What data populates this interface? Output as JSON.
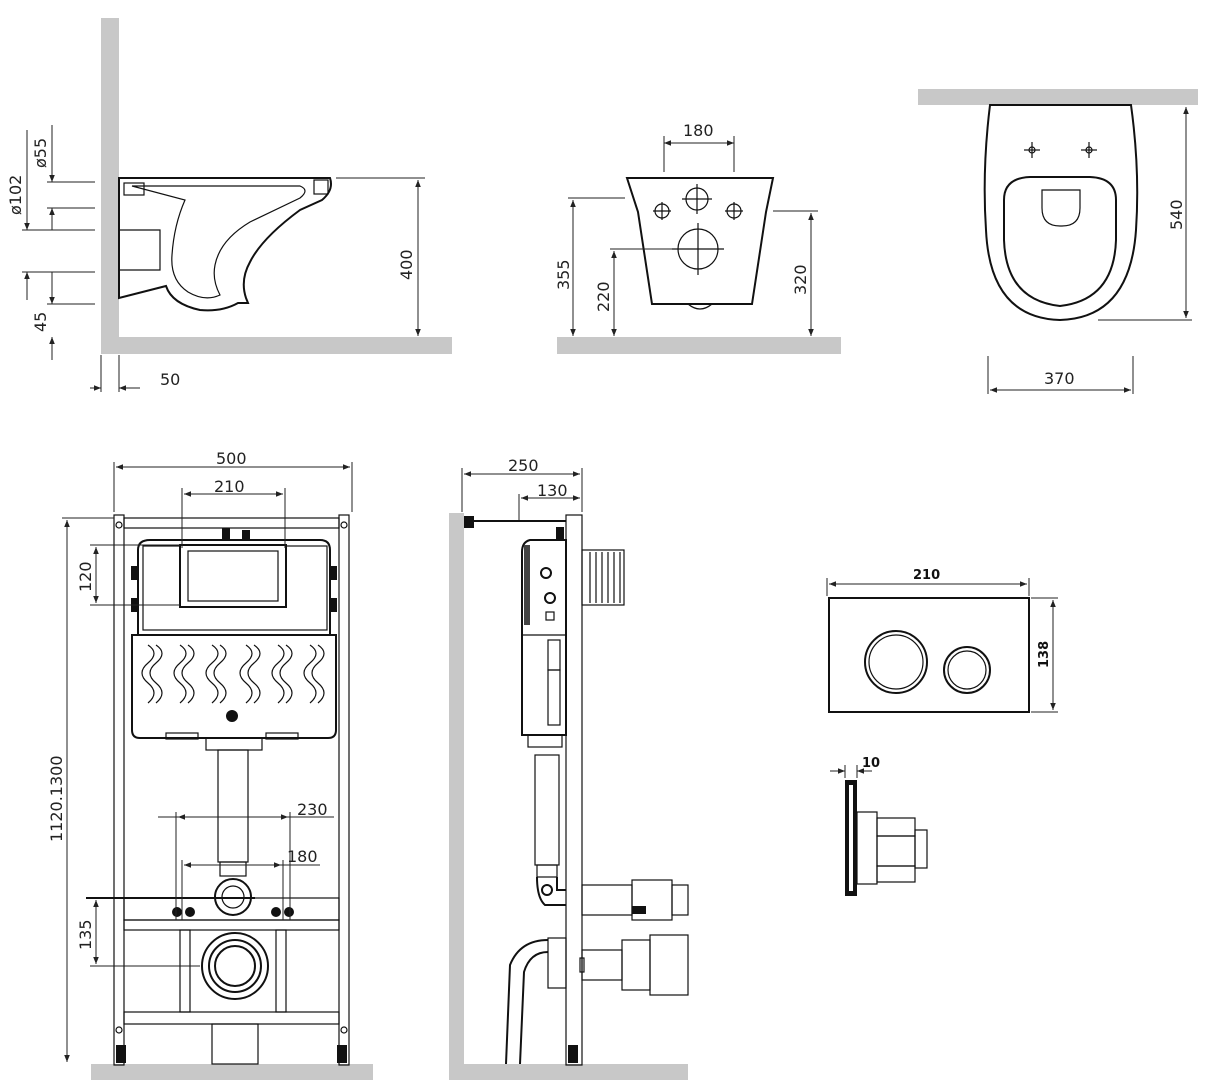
{
  "views": {
    "bowl_side": {
      "dims": {
        "d55": "ø55",
        "d102": "ø102",
        "h45": "45",
        "h400": "400",
        "w50": "50"
      }
    },
    "bowl_front": {
      "dims": {
        "w180": "180",
        "h355": "355",
        "h220": "220",
        "h320": "320"
      }
    },
    "bowl_top": {
      "dims": {
        "h540": "540",
        "w370": "370"
      }
    },
    "frame_front": {
      "dims": {
        "w500": "500",
        "w210": "210",
        "h120": "120",
        "h1120": "1120.1300",
        "w230": "230",
        "w180": "180",
        "h135": "135"
      }
    },
    "frame_side": {
      "dims": {
        "w250": "250",
        "w130": "130"
      }
    },
    "flush_plate": {
      "dims": {
        "w210": "210",
        "h138": "138",
        "t10": "10"
      }
    }
  }
}
